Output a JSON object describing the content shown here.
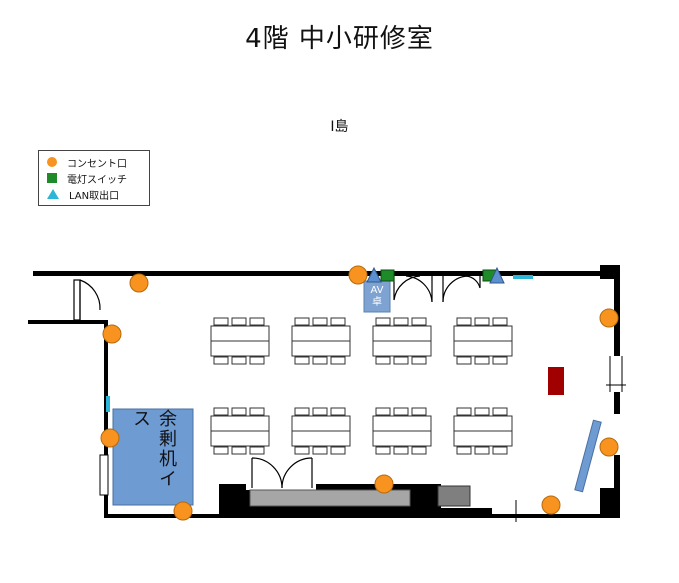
{
  "title": "4階 中小研修室",
  "island_label": "I島",
  "legend": [
    {
      "label": "コンセント口",
      "icon": "outlet-circle-icon",
      "color": "#f7931e"
    },
    {
      "label": "電灯スイッチ",
      "icon": "light-switch-square-icon",
      "color": "#1e8a28"
    },
    {
      "label": "LAN取出口",
      "icon": "lan-triangle-icon",
      "color": "#2bb5d6"
    }
  ],
  "av_desk_label": "AV\n卓",
  "spare_label": "余剰机イス",
  "colors": {
    "wall": "#000000",
    "outlet": "#f7931e",
    "switch": "#1e8a28",
    "lan": "#5b8fd0",
    "lan_port": "#2bb5d6",
    "av_desk": "#7ea3d3",
    "spare_area": "#6e9bd2",
    "cabinet": "#a6a6a6",
    "dark_box": "#7f7f7f",
    "red_item": "#a00000"
  }
}
